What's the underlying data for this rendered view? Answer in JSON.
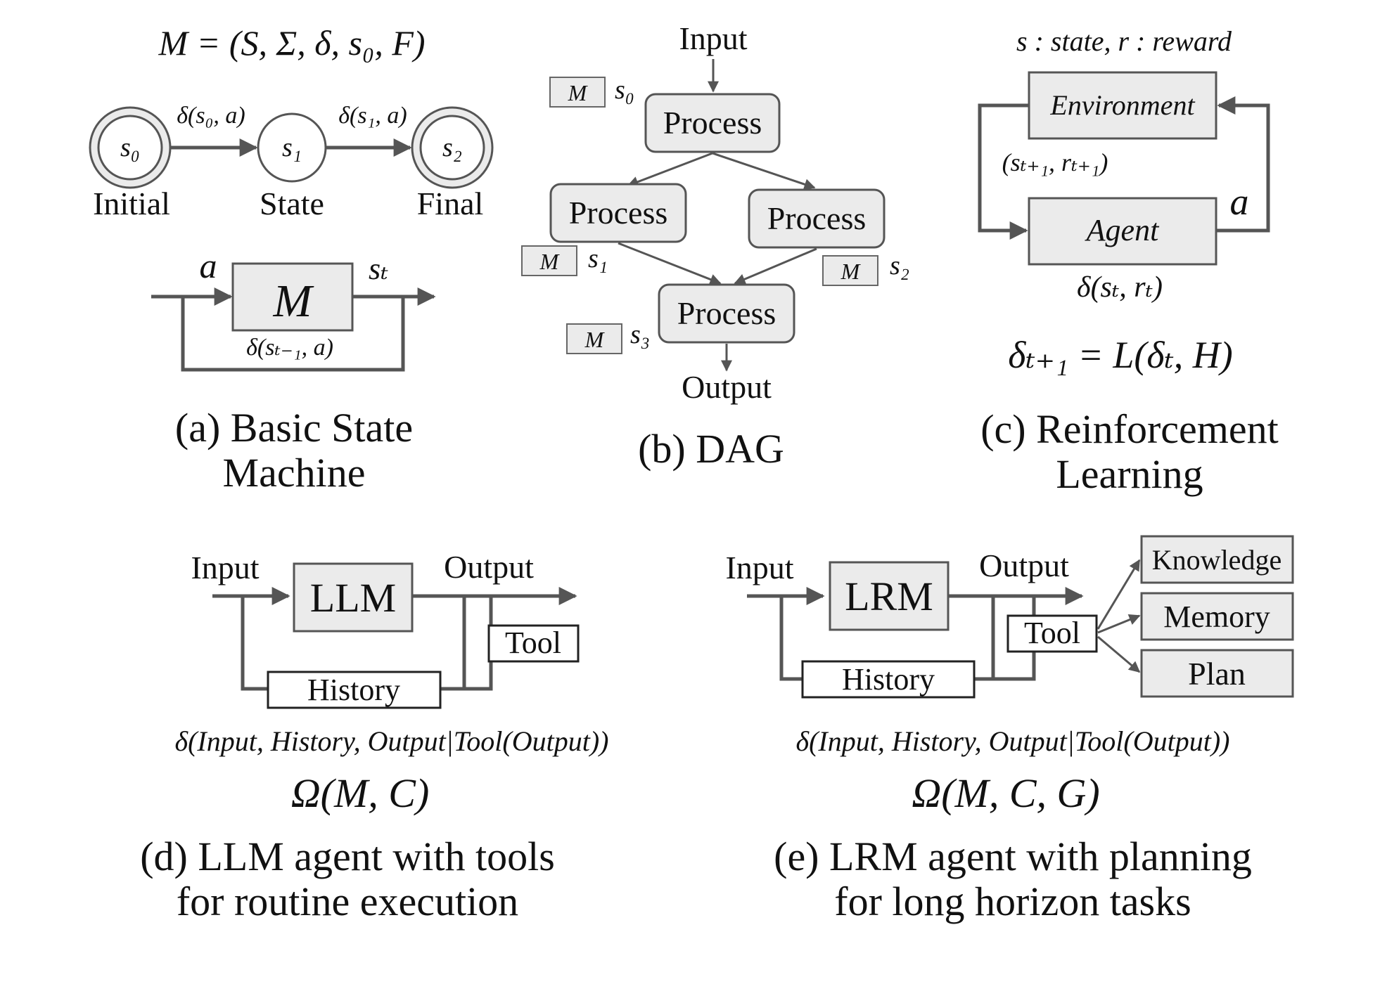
{
  "panel_a": {
    "formula": "M = (S, Σ, δ, s₀, F)",
    "states": [
      {
        "label": "s₀",
        "caption": "Initial"
      },
      {
        "label": "s₁",
        "caption": "State"
      },
      {
        "label": "s₂",
        "caption": "Final"
      }
    ],
    "transitions": [
      "δ(s₀, a)",
      "δ(s₁, a)"
    ],
    "machine_label": "M",
    "input_label": "a",
    "output_label": "sₜ",
    "feedback_label": "δ(sₜ₋₁, a)",
    "caption_line1": "(a) Basic State",
    "caption_line2": "Machine"
  },
  "panel_b": {
    "input_label": "Input",
    "output_label": "Output",
    "process_label": "Process",
    "memory_tag": "M",
    "states": [
      "s₀",
      "s₁",
      "s₂",
      "s₃"
    ],
    "caption": "(b) DAG"
  },
  "panel_c": {
    "legend": "s : state, r : reward",
    "environment_label": "Environment",
    "agent_label": "Agent",
    "feedback_label": "(sₜ₊₁, rₜ₊₁)",
    "action_label": "a",
    "policy_label": "δ(sₜ, rₜ)",
    "update_formula": "δₜ₊₁ = L(δₜ, H)",
    "caption_line1": "(c) Reinforcement",
    "caption_line2": "Learning"
  },
  "panel_d": {
    "input_label": "Input",
    "output_label": "Output",
    "model_label": "LLM",
    "tool_label": "Tool",
    "history_label": "History",
    "function_label": "δ(Input, History, Output|Tool(Output))",
    "omega_label": "Ω(M, C)",
    "caption_line1": "(d) LLM agent with tools",
    "caption_line2": "for routine execution"
  },
  "panel_e": {
    "input_label": "Input",
    "output_label": "Output",
    "model_label": "LRM",
    "tool_label": "Tool",
    "history_label": "History",
    "modules": [
      "Knowledge",
      "Memory",
      "Plan"
    ],
    "function_label": "δ(Input, History, Output|Tool(Output))",
    "omega_label": "Ω(M, C, G)",
    "caption_line1": "(e) LRM agent with planning",
    "caption_line2": "for long horizon tasks"
  }
}
